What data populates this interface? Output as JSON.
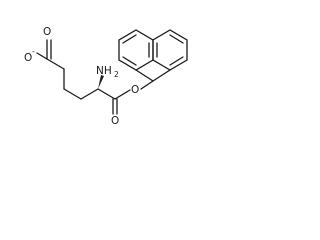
{
  "molecule": {
    "atoms": {
      "carboxylate_oxygen_top": "O",
      "carboxylate_oxygen_minus": "O",
      "charge": "-",
      "amine": "NH",
      "amine_count": "2",
      "ester_oxygen": "O",
      "carbonyl_oxygen": "O"
    }
  }
}
